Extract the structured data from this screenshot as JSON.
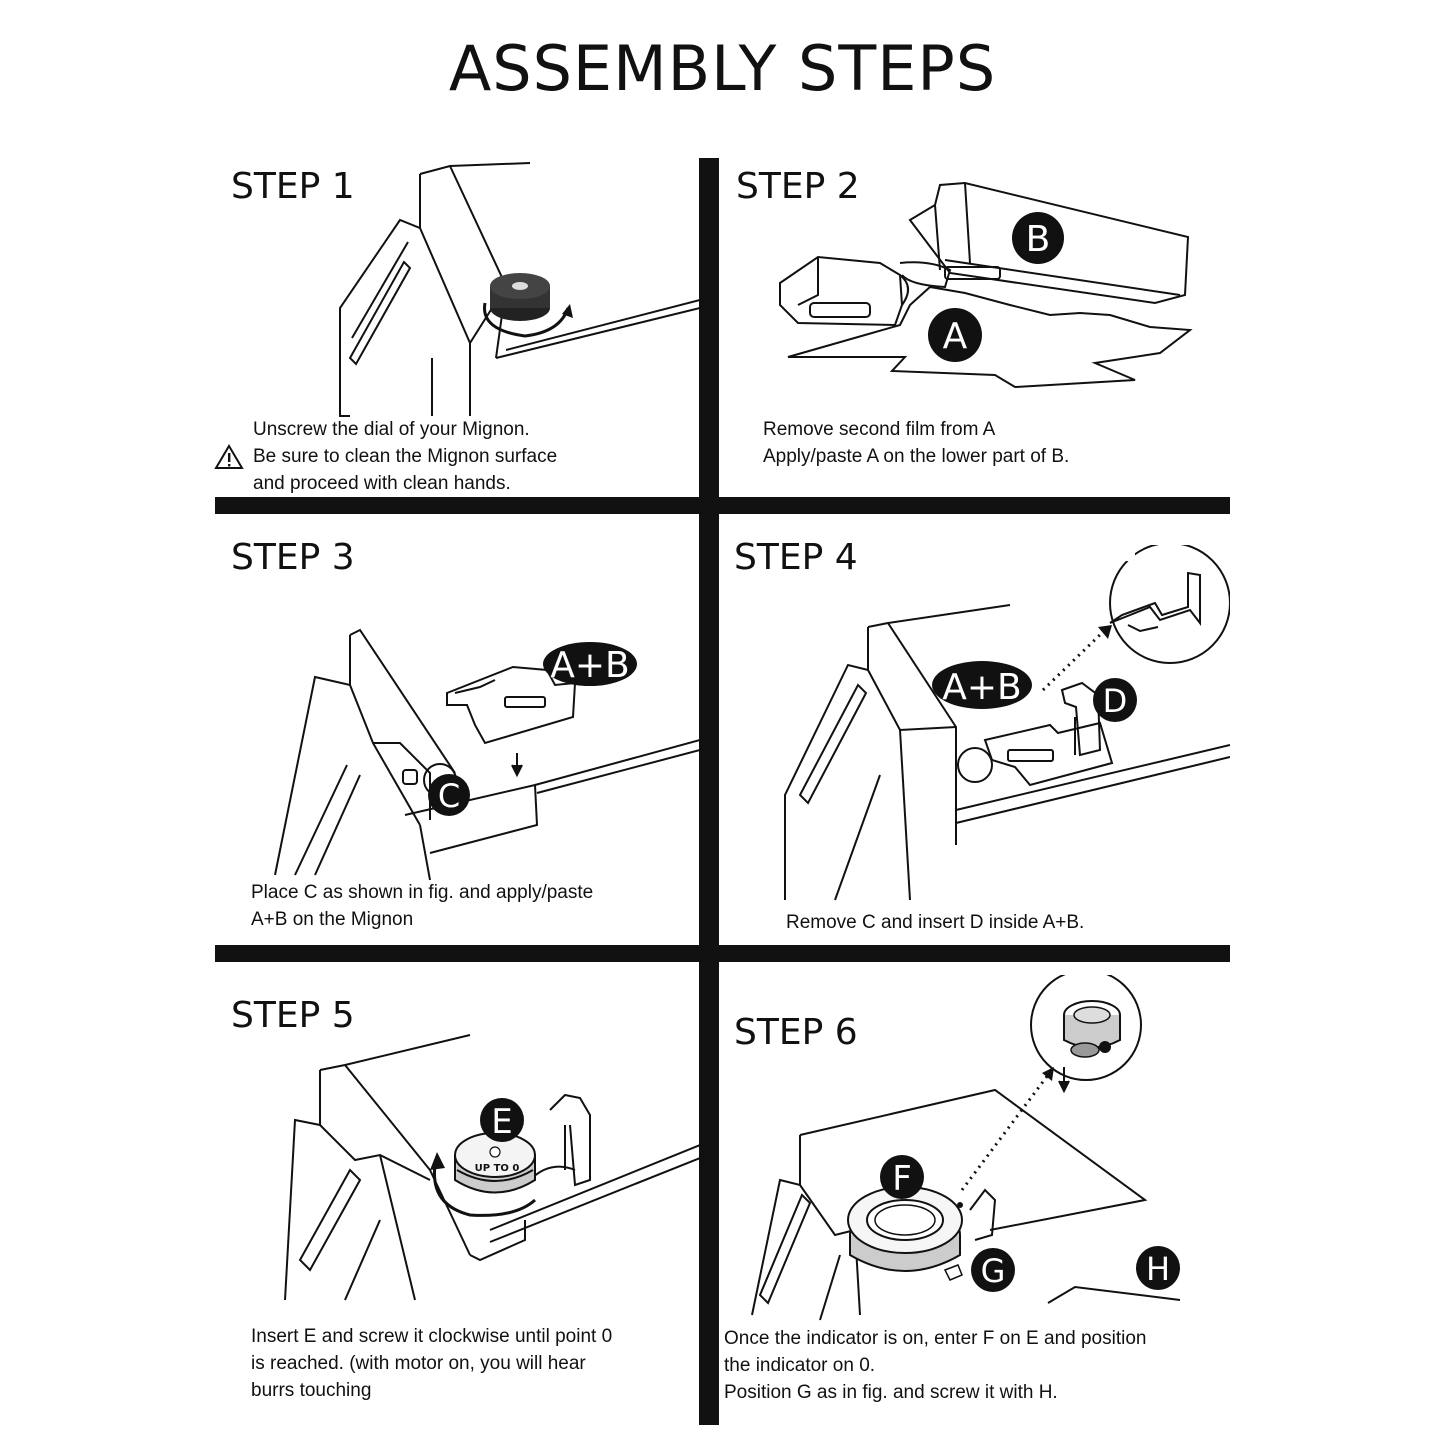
{
  "title": "ASSEMBLY STEPS",
  "steps": [
    {
      "label": "STEP 1",
      "text": "Unscrew the dial of your Mignon.",
      "warning": "Be sure to clean the Mignon surface\nand proceed with clean hands."
    },
    {
      "label": "STEP 2",
      "text": "Remove second film from A\nApply/paste A on the lower part of B.",
      "callouts": [
        "B",
        "A"
      ]
    },
    {
      "label": "STEP 3",
      "text": "Place C as shown in fig. and apply/paste\nA+B on the Mignon",
      "callouts": [
        "A+B",
        "C"
      ]
    },
    {
      "label": "STEP 4",
      "text": "Remove C and insert D inside A+B.",
      "callouts": [
        "A+B",
        "D"
      ]
    },
    {
      "label": "STEP 5",
      "text": "Insert E and screw it clockwise until point 0\nis reached. (with motor on, you will hear\nburrs touching",
      "callouts": [
        "E"
      ],
      "dial_text": "UP TO 0"
    },
    {
      "label": "STEP 6",
      "text": "Once the indicator is on, enter F on E and position\nthe indicator on 0.\nPosition G as in fig. and screw it with H.",
      "callouts": [
        "F",
        "G",
        "H"
      ]
    }
  ]
}
